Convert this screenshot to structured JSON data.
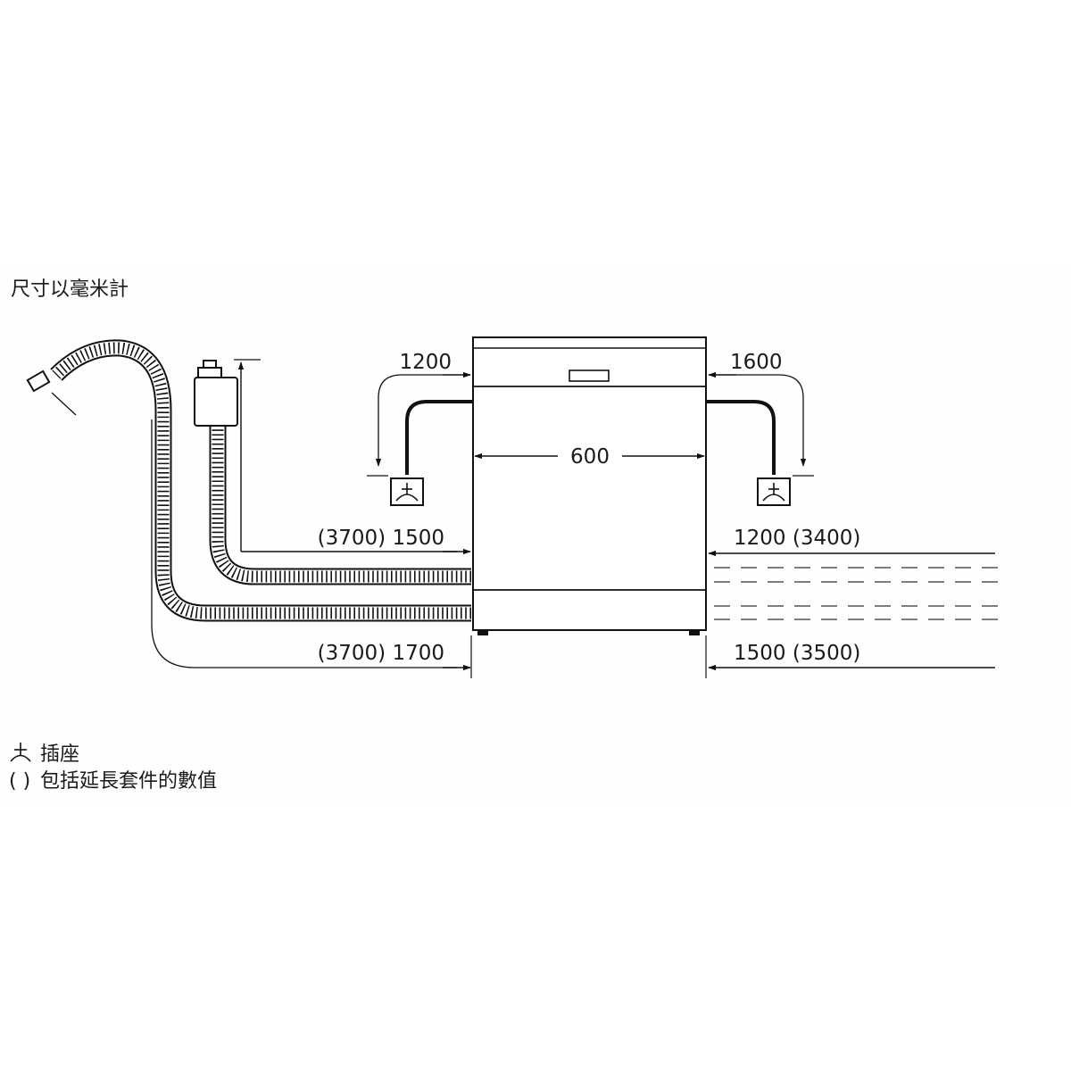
{
  "units_note": "尺寸以毫米計",
  "dimensions": {
    "width": "600",
    "power_cord_left": "1200",
    "power_cord_right": "1600",
    "drain_hose_left": "(3700) 1500",
    "inlet_hose_left": "(3700) 1700",
    "drain_hose_right": "1200 (3400)",
    "inlet_hose_right": "1500 (3500)"
  },
  "legend": {
    "socket_label": "插座",
    "bracket_symbol": "( )",
    "bracket_label": "包括延長套件的數值"
  }
}
